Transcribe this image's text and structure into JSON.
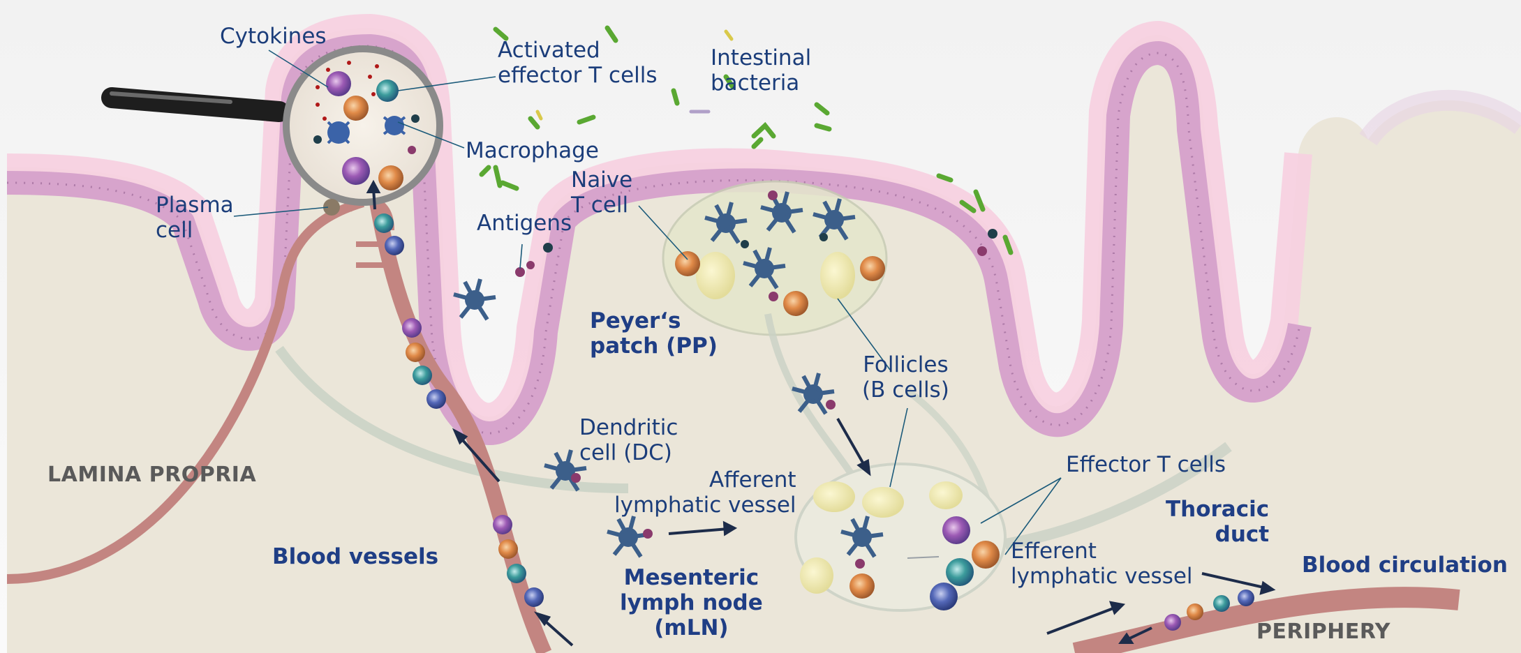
{
  "labels": {
    "cytokines": "Cytokines",
    "activated_effector": "Activated\neffector T cells",
    "intestinal_bacteria": "Intestinal\nbacteria",
    "macrophage": "Macrophage",
    "naive_t_cell": "Naive\nT cell",
    "plasma_cell": "Plasma\ncell",
    "antigens": "Antigens",
    "peyers_patch": "Peyer‘s\npatch (PP)",
    "follicles": "Follicles\n(B cells)",
    "dendritic_cell": "Dendritic\ncell (DC)",
    "lamina_propria": "LAMINA PROPRIA",
    "afferent_vessel": "Afferent\nlymphatic vessel",
    "effector_t_cells": "Effector T cells",
    "thoracic_duct": "Thoracic\nduct",
    "blood_vessels": "Blood vessels",
    "efferent_vessel": "Efferent\nlymphatic vessel",
    "blood_circulation": "Blood circulation",
    "mesenteric_ln": "Mesenteric\nlymph node\n(mLN)",
    "periphery": "PERIPHERY"
  },
  "colors": {
    "tissue": "#ece8dc",
    "epithelium": "#d9a8d0",
    "mucus": "#f6c6dc",
    "blood_vessel": "#c98a86",
    "lymph": "#c7d0c2",
    "text": "#1b3d7a",
    "region_text": "#5a5a5a",
    "bacteria": "#5aa832"
  }
}
